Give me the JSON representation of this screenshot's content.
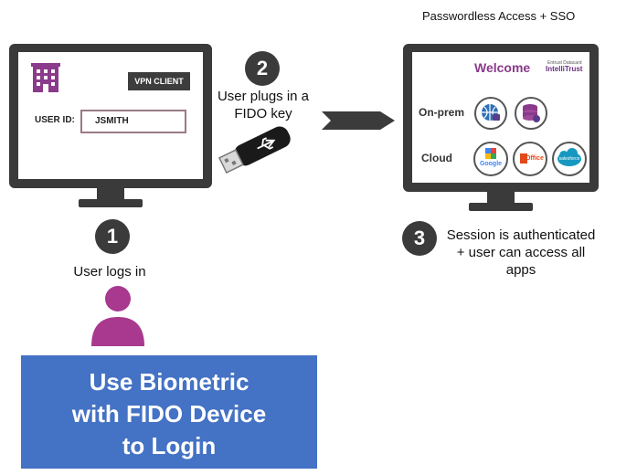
{
  "header": {
    "title": "Passwordless Access + SSO"
  },
  "left_monitor": {
    "vpn_label": "VPN CLIENT",
    "user_id_label": "USER ID:",
    "user_id_value": "JSMITH"
  },
  "right_monitor": {
    "welcome": "Welcome",
    "brand_small": "Entrust Datacard",
    "brand": "IntelliTrust",
    "onprem_label": "On-prem",
    "cloud_label": "Cloud",
    "apps": {
      "google": "Google",
      "office": "Office",
      "salesforce": "salesforce"
    }
  },
  "steps": [
    {
      "number": "1",
      "text": "User logs in"
    },
    {
      "number": "2",
      "text_lines": [
        "User plugs in a",
        "FIDO key"
      ]
    },
    {
      "number": "3",
      "text_lines": [
        "Session is authenticated",
        "+ user can access all",
        "apps"
      ]
    }
  ],
  "cta": {
    "lines": [
      "Use Biometric",
      "with FIDO Device",
      "to Login"
    ]
  },
  "colors": {
    "accent_purple": "#9b3e90",
    "cta_blue": "#4472c4",
    "monitor": "#3a3a3a"
  }
}
